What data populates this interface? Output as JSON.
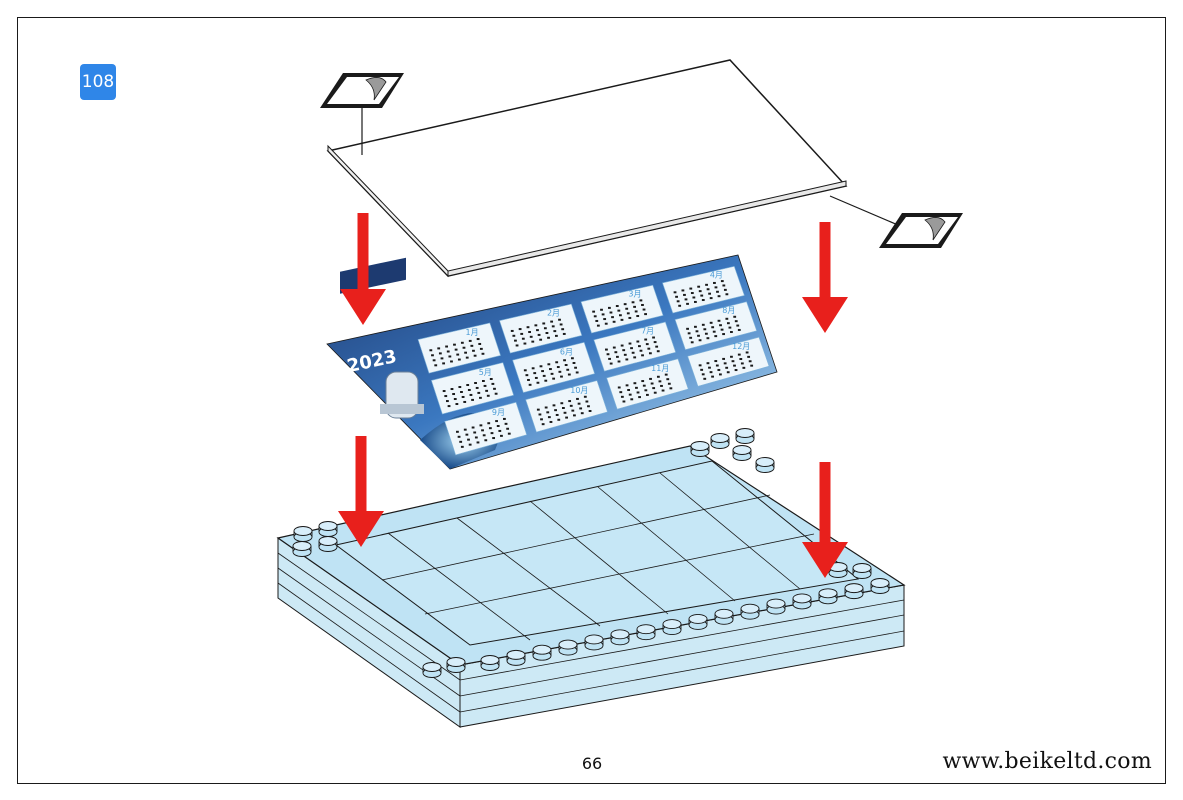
{
  "step": {
    "number": "108"
  },
  "page": {
    "number": "66"
  },
  "footer": {
    "website": "www.beikeltd.com"
  },
  "calendar": {
    "year": "2023",
    "months": [
      "1月",
      "2月",
      "3月",
      "4月",
      "5月",
      "6月",
      "7月",
      "8月",
      "9月",
      "10月",
      "11月",
      "12月"
    ]
  },
  "colors": {
    "arrow": "#e8201c",
    "badge": "#2f86e8",
    "brick": "#cde9f5",
    "brick_top": "#bfe3f4"
  },
  "icons": [
    "peel-sticker-icon",
    "down-arrow-icon",
    "stud-icon"
  ]
}
